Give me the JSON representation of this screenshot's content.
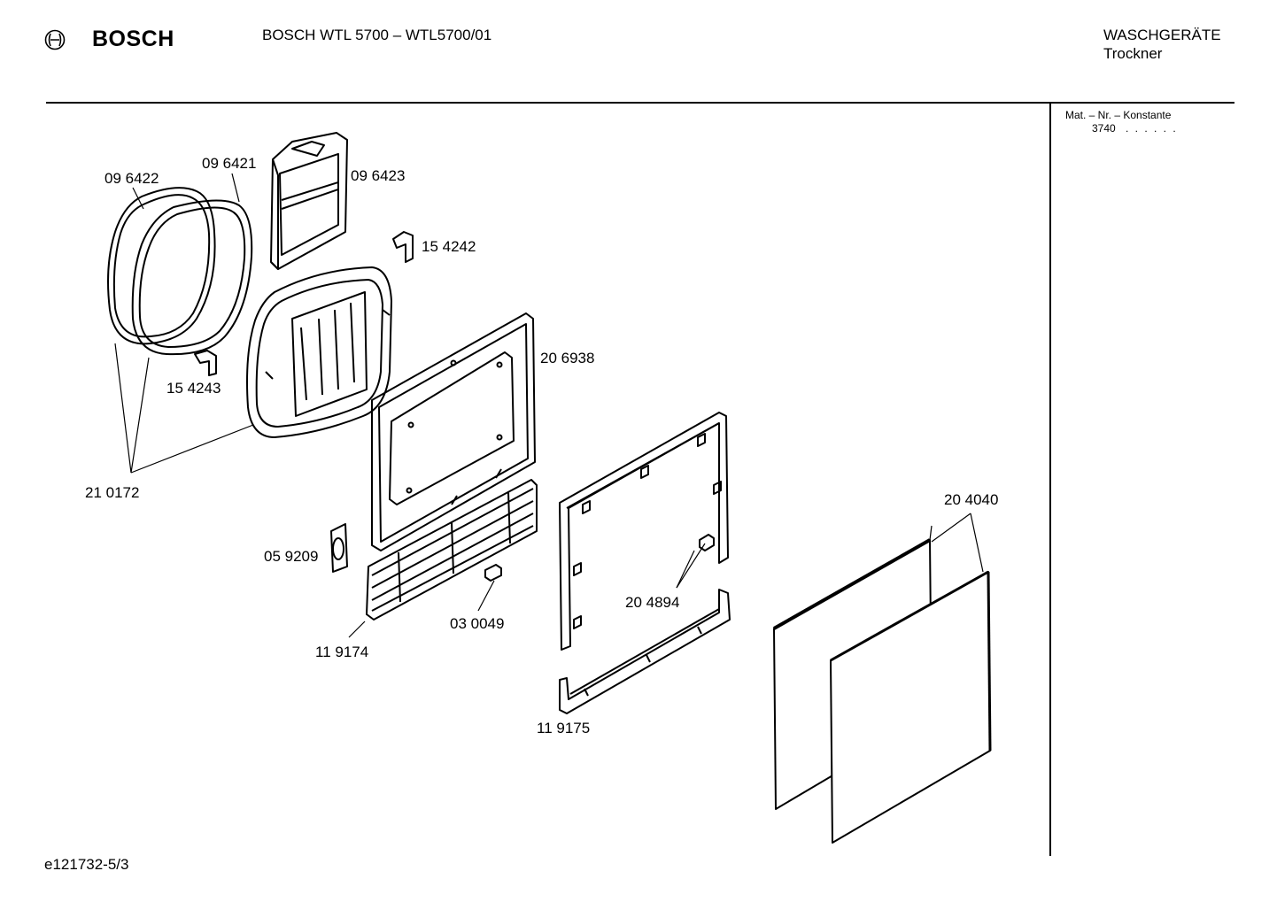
{
  "header": {
    "brand": "BOSCH",
    "model": "BOSCH WTL 5700 – WTL5700/01",
    "category": "WASCHGERÄTE",
    "subcategory": "Trockner"
  },
  "sidebar": {
    "mat_label": "Mat. – Nr. – Konstante",
    "mat_value": "3740",
    "mat_dots": ". .   . . . ."
  },
  "footer": {
    "code": "e121732-5/3"
  },
  "parts": [
    "09 6422",
    "09 6421",
    "09 6423",
    "15 4242",
    "15 4243",
    "20 6938",
    "21 0172",
    "05 9209",
    "03 0049",
    "11 9174",
    "20 4894",
    "20 4040",
    "11 9175"
  ]
}
